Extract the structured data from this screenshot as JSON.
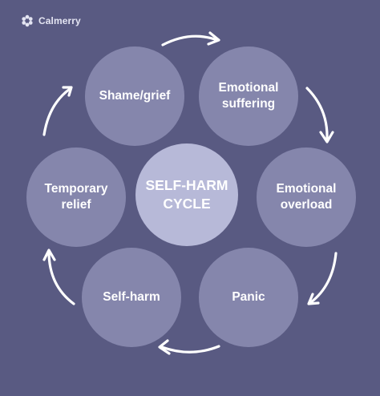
{
  "brand": {
    "name": "Calmerry",
    "icon": "flower-logo-icon"
  },
  "diagram": {
    "center": "SELF-HARM CYCLE",
    "stages": [
      "Shame/grief",
      "Emotional suffering",
      "Emotional overload",
      "Panic",
      "Self-harm",
      "Temporary relief"
    ]
  },
  "colors": {
    "background": "#595a82",
    "stage_circle": "#8586ac",
    "center_circle": "#b7b9d8",
    "arrow": "#ffffff",
    "text": "#ffffff"
  }
}
